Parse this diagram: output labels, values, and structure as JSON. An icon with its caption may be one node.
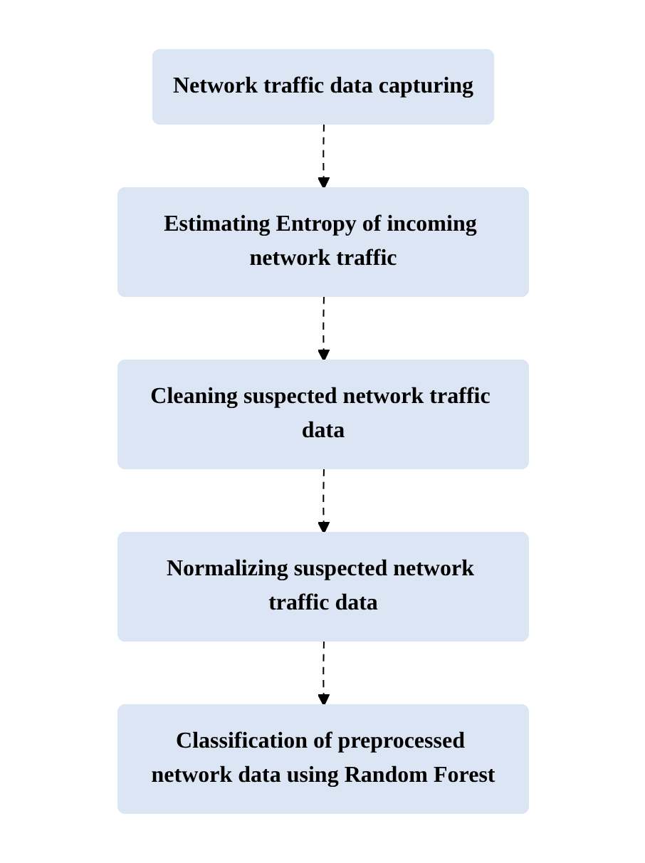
{
  "diagram": {
    "nodes": [
      {
        "text": [
          "Network traffic data capturing"
        ]
      },
      {
        "text": [
          "Estimating Entropy of incoming network traffic"
        ]
      },
      {
        "text": [
          "Cleaning suspected network traffic data"
        ]
      },
      {
        "text": [
          "Normalizing suspected network traffic data"
        ]
      },
      {
        "text": [
          "Classification of preprocessed network data using Random Forest"
        ]
      }
    ],
    "edges": [
      {
        "from": 0,
        "to": 1,
        "arrow": "to",
        "style": "dashed"
      },
      {
        "from": 1,
        "to": 2,
        "arrow": "to",
        "style": "dashed"
      },
      {
        "from": 2,
        "to": 3,
        "arrow": "to",
        "style": "dashed"
      },
      {
        "from": 3,
        "to": 4,
        "arrow": "to",
        "style": "dashed"
      }
    ]
  }
}
